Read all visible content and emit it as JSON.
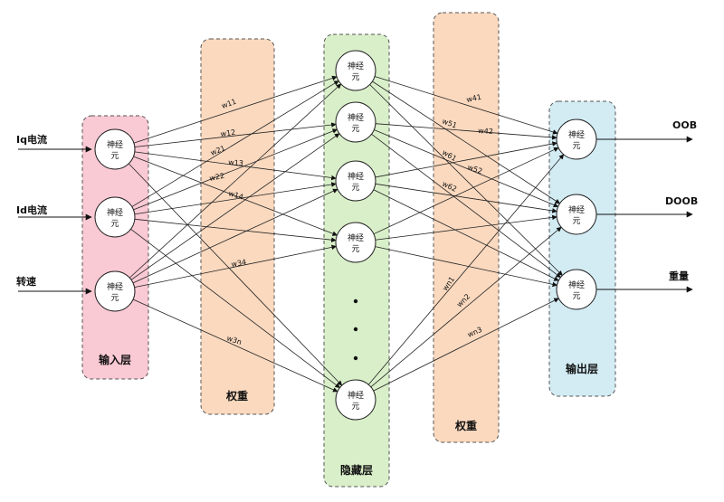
{
  "neuron_label_top": "神经",
  "neuron_label_bottom": "元",
  "layers": {
    "input": "输入层",
    "weights1": "权重",
    "hidden": "隐藏层",
    "weights2": "权重",
    "output": "输出层"
  },
  "inputs": [
    "Iq电流",
    "Id电流",
    "转速"
  ],
  "outputs": [
    "OOB",
    "DOOB",
    "重量"
  ],
  "weights_left": [
    "w11",
    "w12",
    "w21",
    "w13",
    "w22",
    "w14",
    "w34",
    "w3n"
  ],
  "weights_right": [
    "w41",
    "w51",
    "w42",
    "w61",
    "w52",
    "w62",
    "wn1",
    "wn2",
    "wn3"
  ],
  "colors": {
    "input_fill": "#f9c9d4",
    "weights_fill": "#fad9bf",
    "hidden_fill": "#d9efc9",
    "output_fill": "#d3ecf4"
  }
}
